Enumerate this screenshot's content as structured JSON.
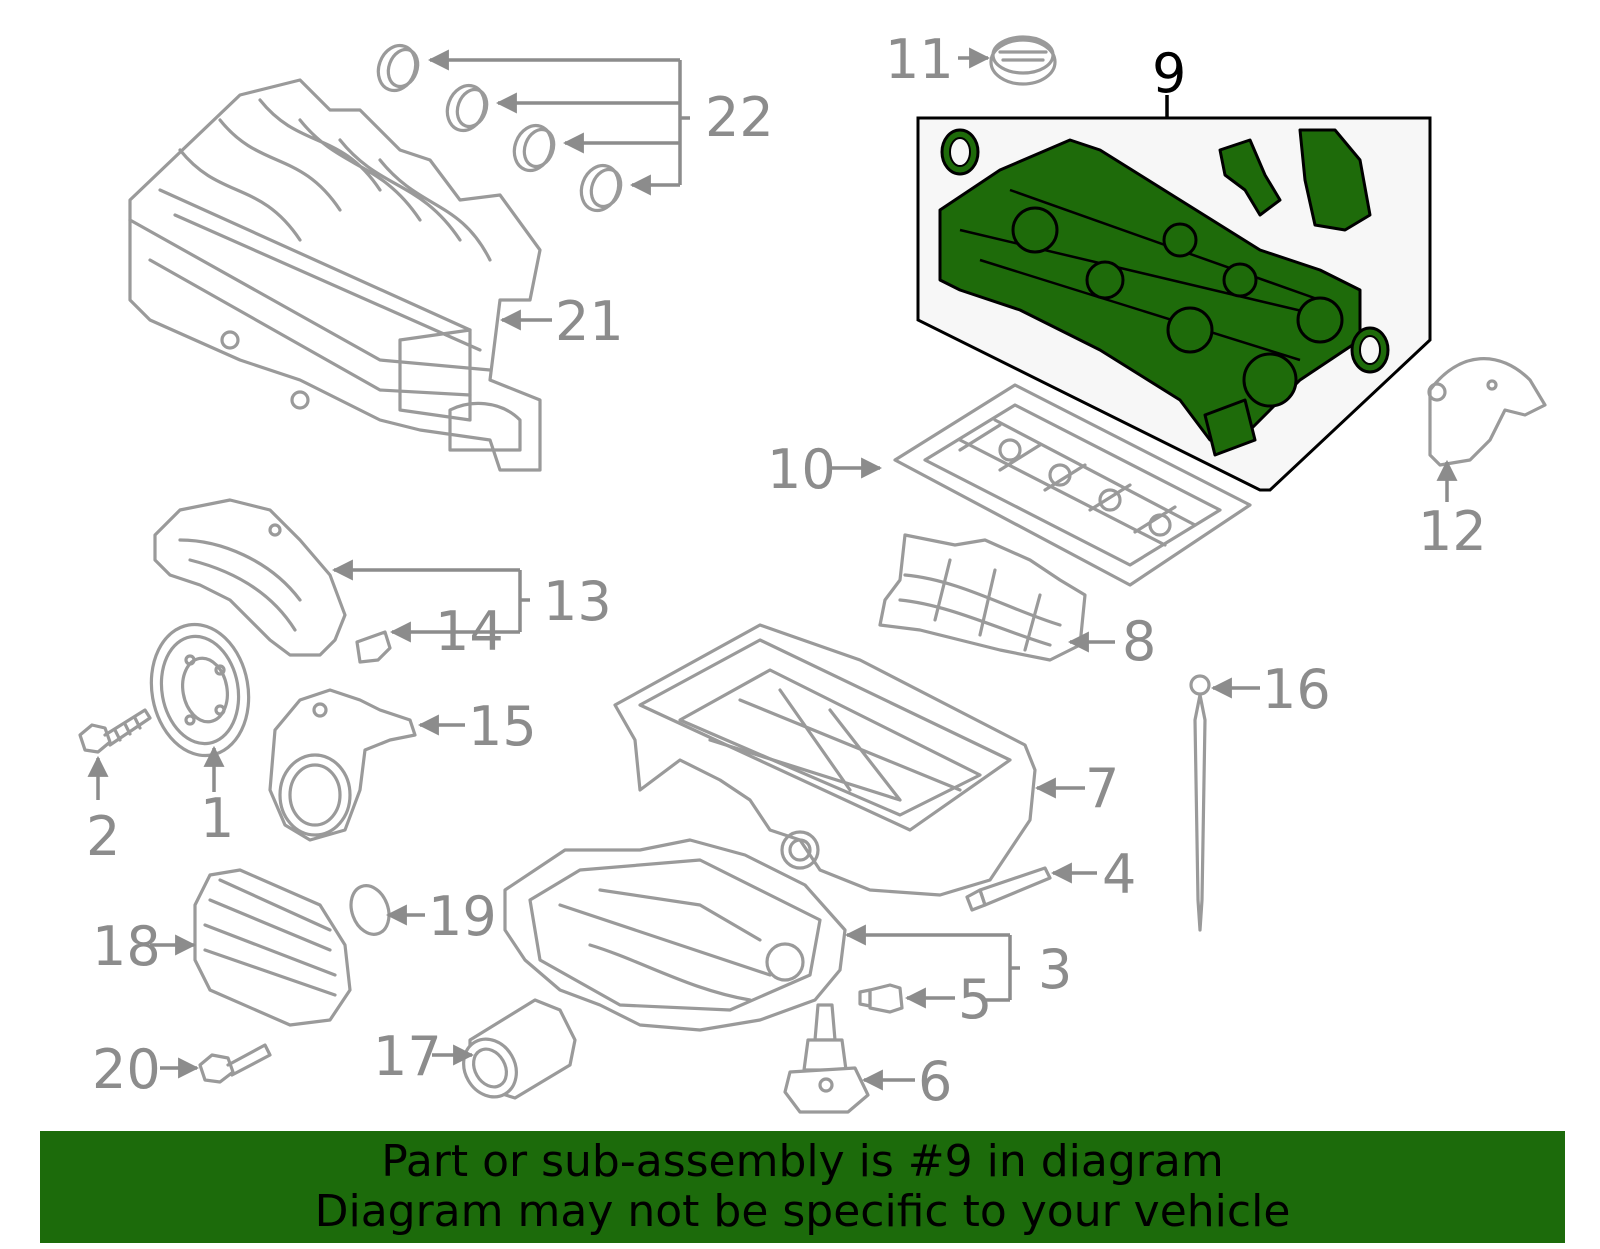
{
  "callouts": {
    "c1": "1",
    "c2": "2",
    "c3": "3",
    "c4": "4",
    "c5": "5",
    "c6": "6",
    "c7": "7",
    "c8": "8",
    "c9": "9",
    "c10": "10",
    "c11": "11",
    "c12": "12",
    "c13": "13",
    "c14": "14",
    "c15": "15",
    "c16": "16",
    "c17": "17",
    "c18": "18",
    "c19": "19",
    "c20": "20",
    "c21": "21",
    "c22": "22"
  },
  "banner": {
    "line1": "Part or sub-assembly is #9 in diagram",
    "line2": "Diagram may not be specific to your vehicle"
  },
  "colors": {
    "highlight_part": "#1e6b0a",
    "banner_bg": "#1c6b0b",
    "part_outline": "#9a9a9a"
  }
}
